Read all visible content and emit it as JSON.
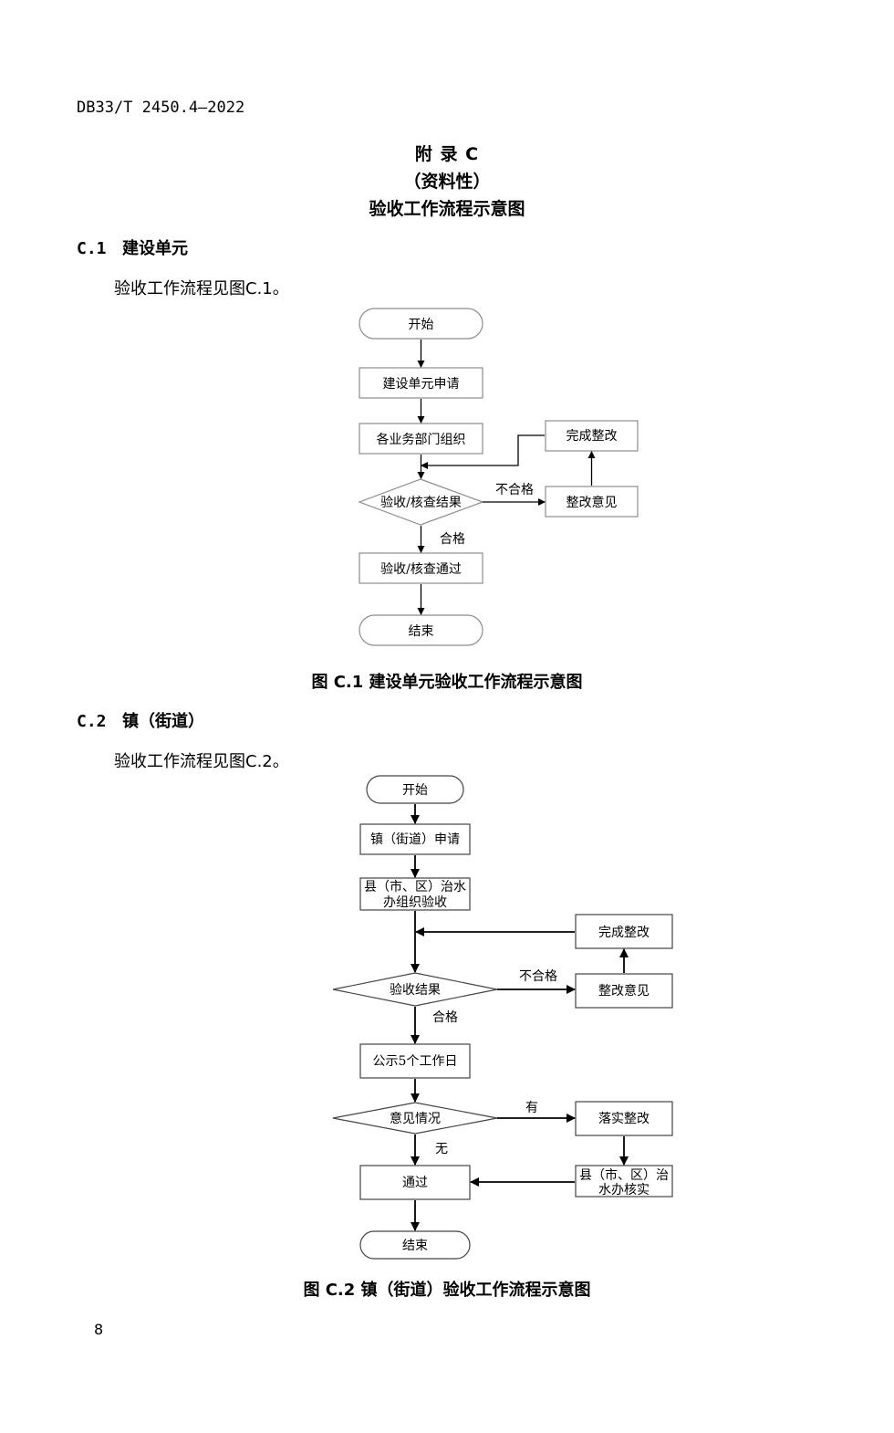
{
  "header": {
    "standard_no": "DB33/T 2450.4—2022"
  },
  "appendix": {
    "label": "附 录 C",
    "nature": "（资料性）",
    "title": "验收工作流程示意图"
  },
  "section_c1": {
    "num": "C.1",
    "title": "建设单元",
    "para": "验收工作流程见图C.1。",
    "caption": "图 C.1  建设单元验收工作流程示意图",
    "flow": {
      "start": "开始",
      "apply": "建设单元申请",
      "organize": "各业务部门组织",
      "decision": "验收/核查结果",
      "fail_label": "不合格",
      "pass_label": "合格",
      "opinion": "整改意见",
      "done_fix": "完成整改",
      "passed": "验收/核查通过",
      "end": "结束"
    }
  },
  "section_c2": {
    "num": "C.2",
    "title": "镇（街道）",
    "para": "验收工作流程见图C.2。",
    "caption": "图 C.2  镇（街道）验收工作流程示意图",
    "flow": {
      "start": "开始",
      "apply": "镇（街道）申请",
      "organize_line1": "县（市、区）治水",
      "organize_line2": "办组织验收",
      "decision": "验收结果",
      "fail_label": "不合格",
      "pass_label": "合格",
      "opinion": "整改意见",
      "done_fix": "完成整改",
      "publicity": "公示5个工作日",
      "feedback": "意见情况",
      "yes_label": "有",
      "no_label": "无",
      "implement": "落实整改",
      "verify_line1": "县（市、区）治",
      "verify_line2": "水办核实",
      "passed": "通过",
      "end": "结束"
    }
  },
  "footer": {
    "page_number": "8"
  }
}
